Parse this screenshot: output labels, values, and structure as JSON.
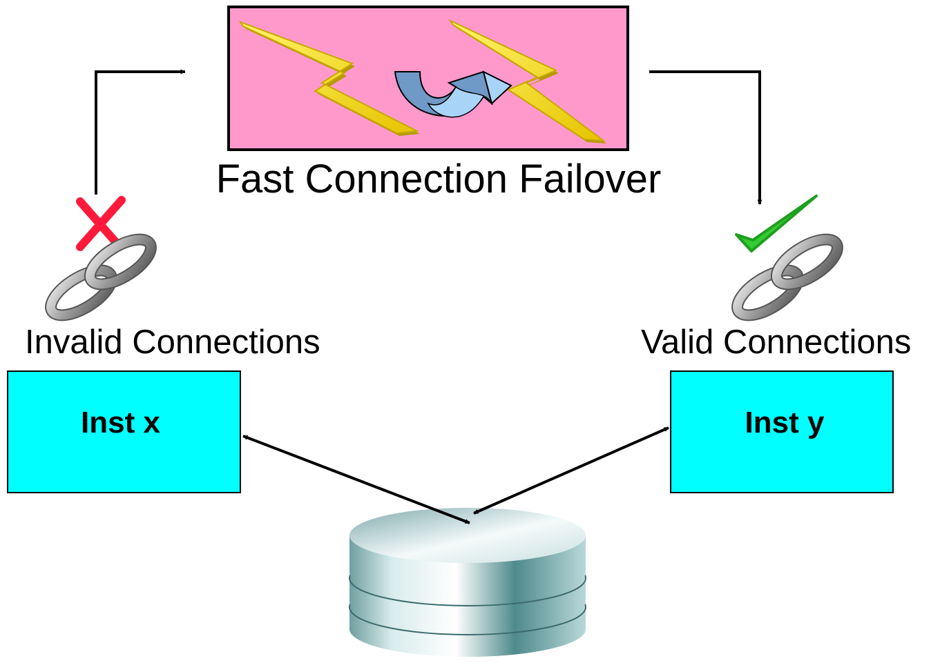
{
  "title": "Fast Connection Failover",
  "left_status": {
    "label": "Invalid Connections",
    "status_icon": "red-x-icon",
    "link_icon": "chain-link-icon"
  },
  "right_status": {
    "label": "Valid Connections",
    "status_icon": "green-check-icon",
    "link_icon": "chain-link-icon"
  },
  "instances": [
    {
      "label": "Inst x"
    },
    {
      "label": "Inst y"
    }
  ],
  "database_icon": "database-cylinder-icon",
  "colors": {
    "failover_box": "#ff99cc",
    "instance_box": "#00ffff",
    "lightning": "#f5e63a",
    "invalid": "#ff1a3c",
    "valid": "#33cc33"
  }
}
